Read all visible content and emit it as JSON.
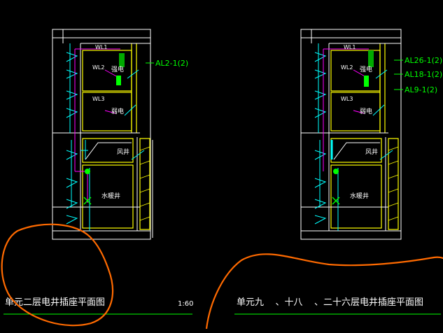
{
  "left_plan": {
    "feeder_label": "AL2-1(2)",
    "wl1": "WL1",
    "wl2": "WL2",
    "wl3": "WL3",
    "room_strong": "强电",
    "room_weak": "弱电",
    "room_air": "风井",
    "room_water": "水暖井",
    "caption": "单元二层电井插座平面图",
    "scale": "1:60"
  },
  "right_plan": {
    "feeder_labels": [
      "AL26-1(2)",
      "AL18-1(2)",
      "AL9-1(2)"
    ],
    "wl1": "WL1",
    "wl2": "WL2",
    "wl3": "WL3",
    "room_strong": "强电",
    "room_weak": "弱电",
    "room_air": "风井",
    "room_water": "水暖井",
    "caption": "单元九    、十八    、二十六层电井插座平面图"
  },
  "colors": {
    "wall": "#ffffff",
    "pipe": "#00ffff",
    "room_outline": "#ffff00",
    "riser_wire": "#ff00ff",
    "label_green": "#00ff00",
    "markup": "#ff6a00",
    "caption_line": "#00ff00"
  }
}
